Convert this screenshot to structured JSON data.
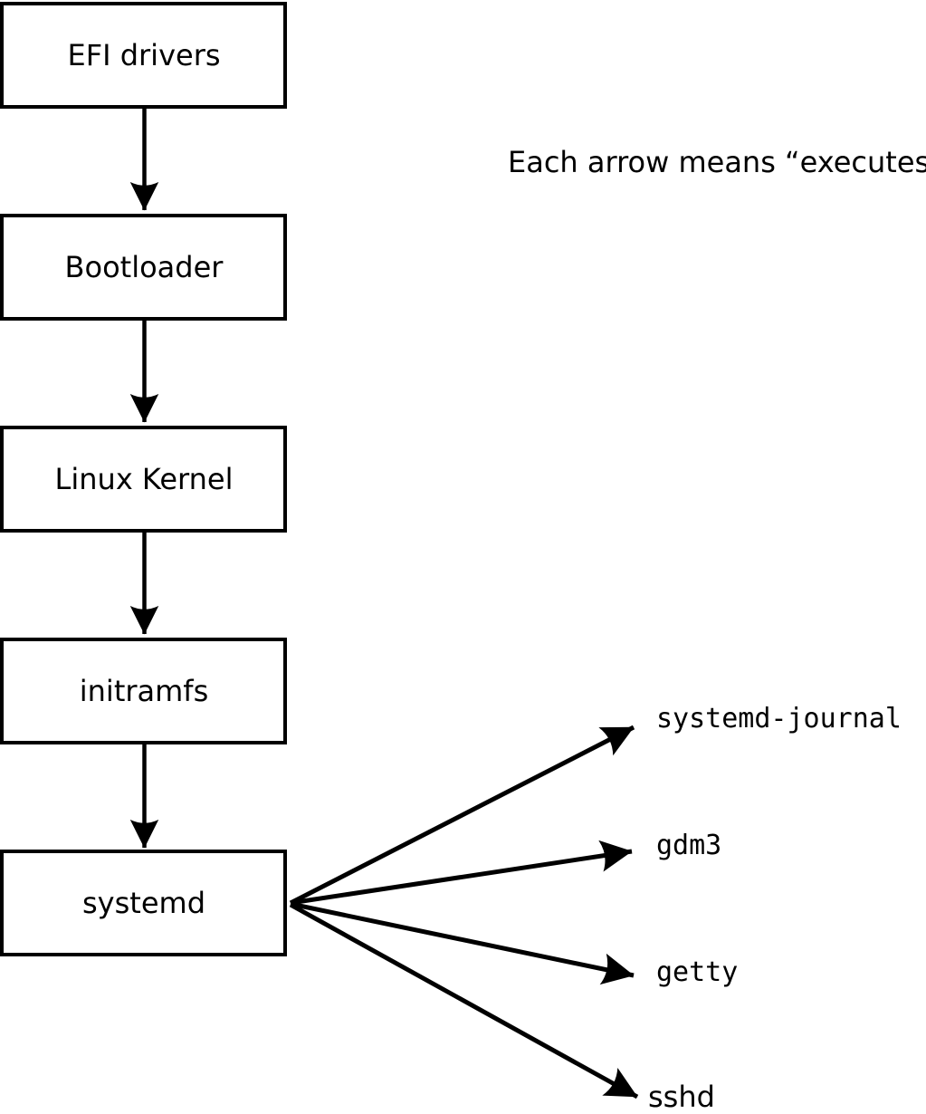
{
  "caption": "Each arrow means “executes”.",
  "chain": [
    {
      "label": "EFI drivers"
    },
    {
      "label": "Bootloader"
    },
    {
      "label": "Linux Kernel"
    },
    {
      "label": "initramfs"
    },
    {
      "label": "systemd"
    }
  ],
  "spawned": [
    {
      "label": "systemd-journal"
    },
    {
      "label": "gdm3"
    },
    {
      "label": "getty"
    },
    {
      "label": "sshd"
    }
  ],
  "colors": {
    "line": "#000000",
    "box_fill": "#ffffff",
    "background": "#ffffff"
  }
}
